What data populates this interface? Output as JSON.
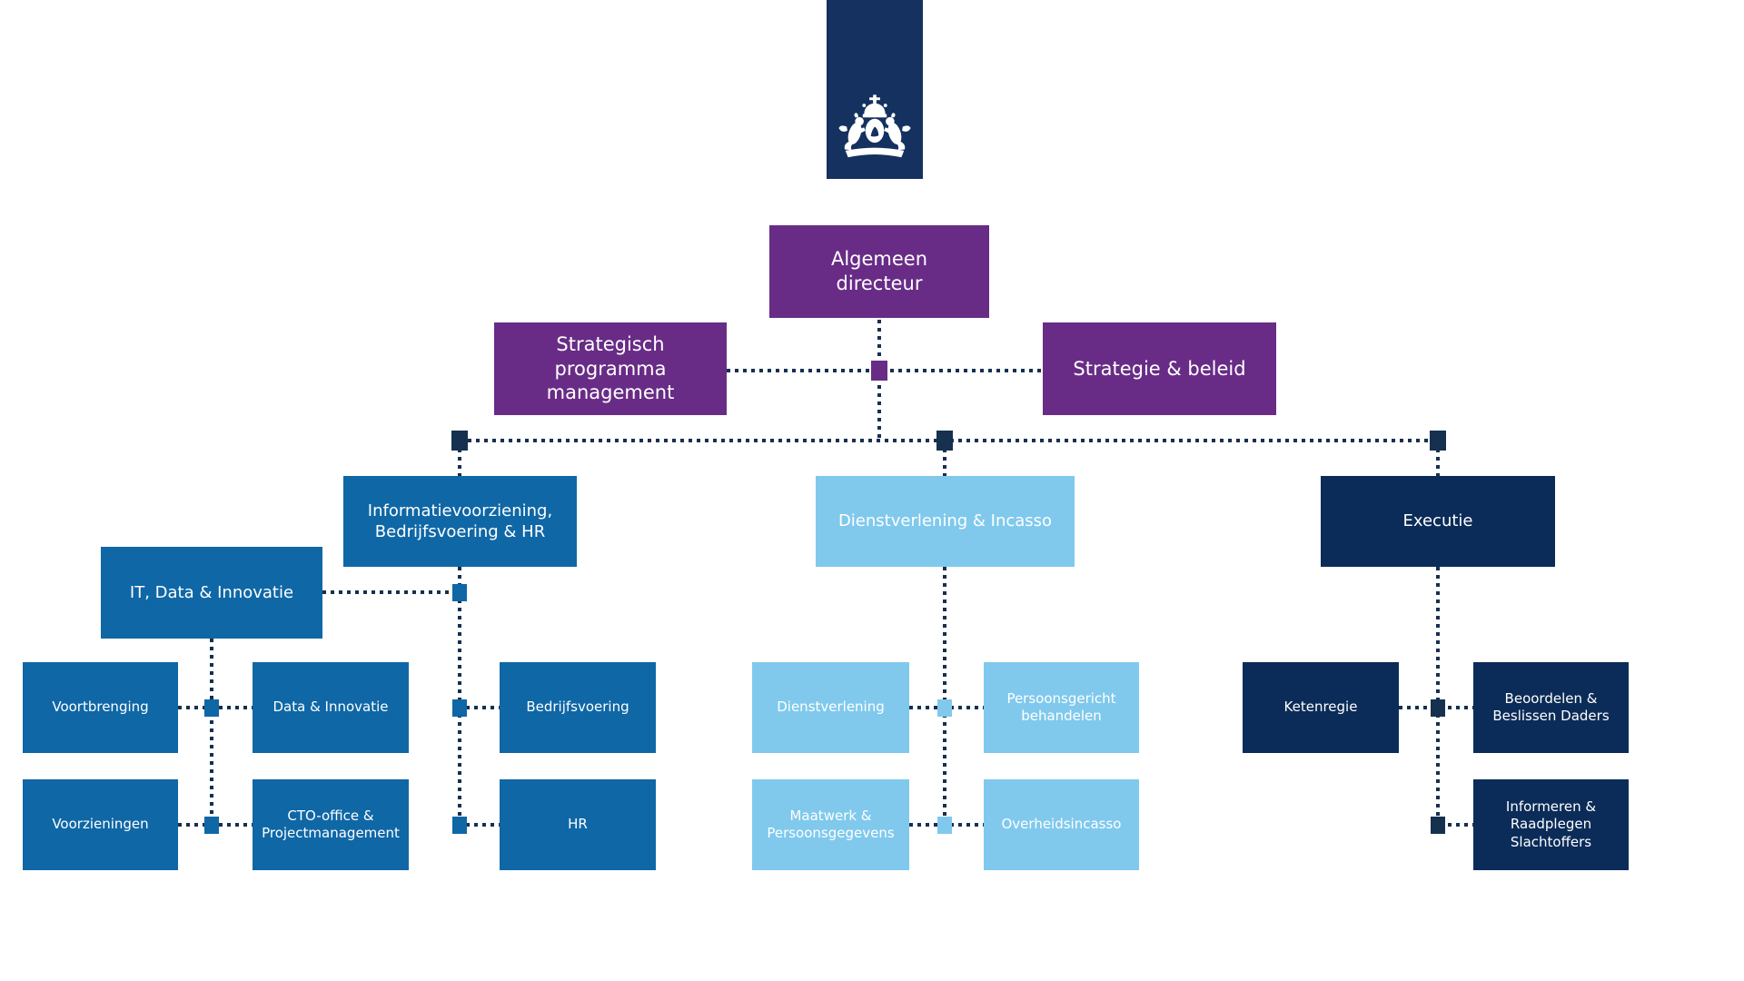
{
  "page": {
    "background": "#ffffff",
    "description": "Organogram CJIB - organizational chart"
  },
  "colors": {
    "purple": "#682c86",
    "blue": "#0f67a6",
    "lightblue": "#80c9ed",
    "navy": "#0b2c58",
    "line": "#16304f",
    "logonavy": "#14315f",
    "text": "#ffffff"
  },
  "logo": {
    "name": "rijksoverheid-coat-of-arms"
  },
  "nodes": {
    "algemeen_directeur": {
      "label": "Algemeen directeur",
      "color": "purple"
    },
    "strategisch_programma_management": {
      "label": "Strategisch programma management",
      "color": "purple"
    },
    "strategie_beleid": {
      "label": "Strategie & beleid",
      "color": "purple"
    },
    "informatievoorziening_bedrijfsvoering_hr": {
      "label": "Informatievoorziening, Bedrijfsvoering & HR",
      "color": "blue"
    },
    "dienstverlening_incasso": {
      "label": "Dienstverlening & Incasso",
      "color": "lightblue"
    },
    "executie": {
      "label": "Executie",
      "color": "navy"
    },
    "it_data_innovatie": {
      "label": "IT, Data & Innovatie",
      "color": "blue"
    },
    "voortbrenging": {
      "label": "Voortbrenging",
      "color": "blue"
    },
    "data_innovatie": {
      "label": "Data & Innovatie",
      "color": "blue"
    },
    "voorzieningen": {
      "label": "Voorzieningen",
      "color": "blue"
    },
    "cto_office_projectmanagement": {
      "label": "CTO-office & Projectmanagement",
      "color": "blue"
    },
    "bedrijfsvoering": {
      "label": "Bedrijfsvoering",
      "color": "blue"
    },
    "hr": {
      "label": "HR",
      "color": "blue"
    },
    "dienstverlening": {
      "label": "Dienstverlening",
      "color": "lightblue"
    },
    "persoonsgericht_behandelen": {
      "label": "Persoonsgericht behandelen",
      "color": "lightblue"
    },
    "maatwerk_persoonsgegevens": {
      "label": "Maatwerk & Persoonsgegevens",
      "color": "lightblue"
    },
    "overheidsincasso": {
      "label": "Overheidsincasso",
      "color": "lightblue"
    },
    "ketenregie": {
      "label": "Ketenregie",
      "color": "navy"
    },
    "beoordelen_beslissen_daders": {
      "label": "Beoordelen & Beslissen Daders",
      "color": "navy"
    },
    "informeren_raadplegen_slachtoffers": {
      "label": "Informeren & Raadplegen Slachtoffers",
      "color": "navy"
    }
  }
}
